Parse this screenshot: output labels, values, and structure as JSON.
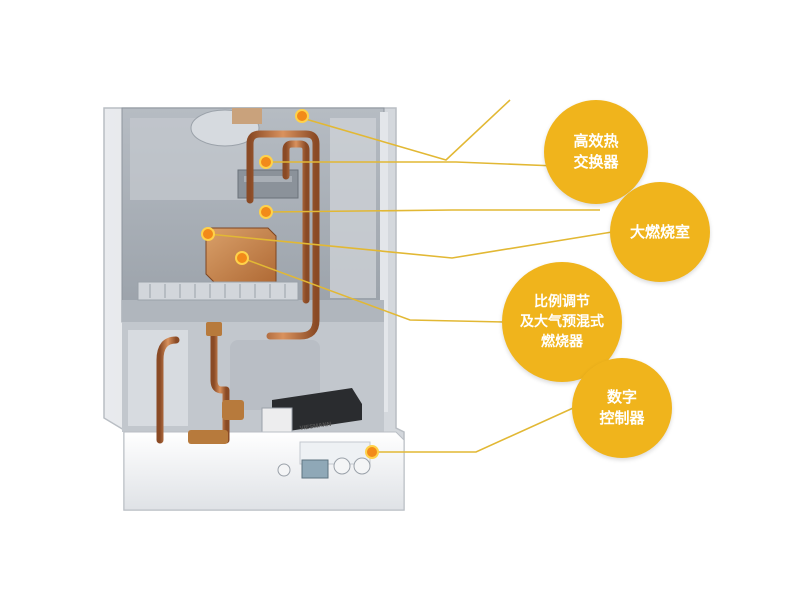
{
  "colors": {
    "callout_fill": "#f0b41c",
    "leader_line": "#e2b834",
    "marker_fill": "#f28a1a",
    "marker_ring": "#ffd24a",
    "copper": "#b4683e",
    "casing": "#f4f5f6"
  },
  "callouts": [
    {
      "id": "heat-exchanger",
      "label": "高效热\n交换器"
    },
    {
      "id": "combustion-chamber",
      "label": "大燃烧室"
    },
    {
      "id": "premix-burner",
      "label": "比例调节\n及大气预混式\n燃烧器"
    },
    {
      "id": "digital-controller",
      "label": "数字\n控制器"
    }
  ],
  "boiler": {
    "brand": "VIESMANN"
  }
}
